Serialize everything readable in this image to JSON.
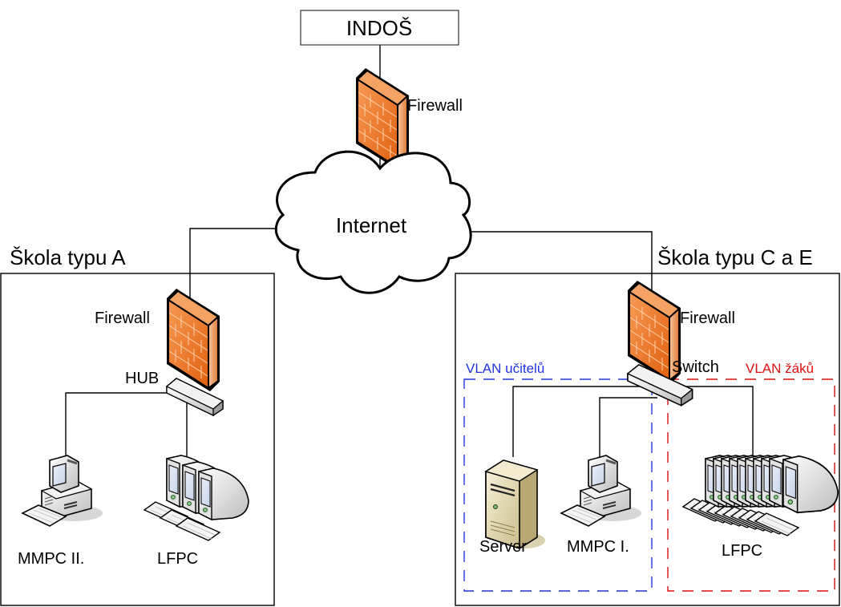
{
  "top_node": {
    "label": "INDOŠ"
  },
  "top_firewall": {
    "label": "Firewall"
  },
  "internet": {
    "label": "Internet"
  },
  "school_a": {
    "title": "Škola typu A",
    "firewall_label": "Firewall",
    "hub_label": "HUB",
    "devices": [
      {
        "label": "MMPC II.",
        "type": "workstation"
      },
      {
        "label": "LFPC",
        "type": "thin-client-group"
      }
    ]
  },
  "school_ce": {
    "title": "Škola typu C a E",
    "firewall_label": "Firewall",
    "switch_label": "Switch",
    "vlans": [
      {
        "label": "VLAN učitelů",
        "color": "#2233dd",
        "devices": [
          {
            "label": "Server",
            "type": "server"
          },
          {
            "label": "MMPC I.",
            "type": "workstation"
          }
        ]
      },
      {
        "label": "VLAN žáků",
        "color": "#dd1111",
        "devices": [
          {
            "label": "LFPC",
            "type": "thin-client-group"
          }
        ]
      }
    ]
  },
  "colors": {
    "firewall_brick": "#f07a2a",
    "firewall_dark": "#c8500f",
    "vlan_teachers": "#2233dd",
    "vlan_students": "#dd1111",
    "server_beige": "#e6dcb8"
  }
}
